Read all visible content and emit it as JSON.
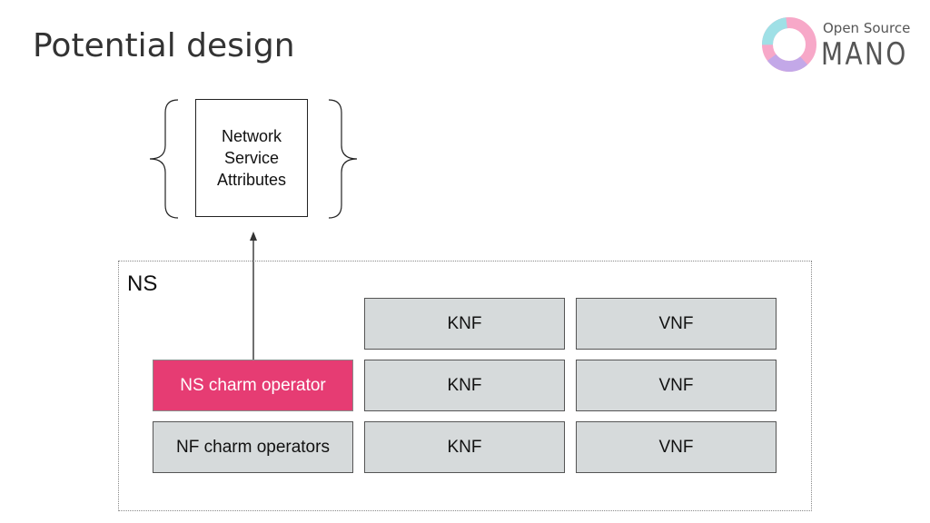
{
  "slide": {
    "title": "Potential design"
  },
  "logo": {
    "top_text": "Open Source",
    "bottom_text": "MANO"
  },
  "diagram": {
    "attributes_box": "Network\nService\nAttributes",
    "ns_label": "NS",
    "ns_charm_operator": "NS charm operator",
    "nf_charm_operators": "NF charm operators",
    "knf_boxes": [
      "KNF",
      "KNF",
      "KNF"
    ],
    "vnf_boxes": [
      "VNF",
      "VNF",
      "VNF"
    ]
  },
  "colors": {
    "ns_charm_operator": "#e63c73",
    "function_box": "#d6dadb"
  }
}
